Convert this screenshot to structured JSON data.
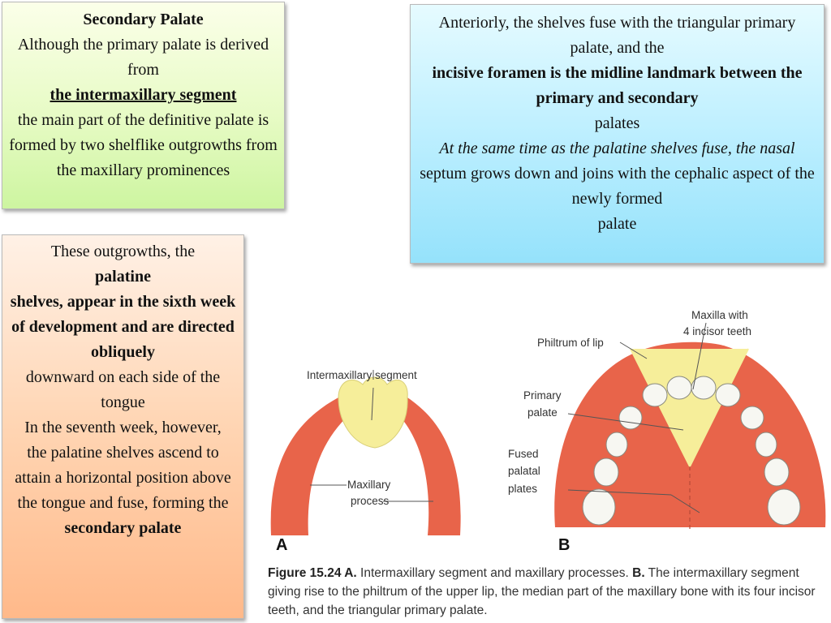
{
  "green_box": {
    "title": "Secondary Palate",
    "line1": "Although the primary palate is derived from",
    "underlined": "the intermaxillary segment",
    "line2": "the main part of the definitive palate is formed by two shelflike outgrowths from the maxillary prominences"
  },
  "blue_box": {
    "line1": "Anteriorly, the shelves fuse with the triangular primary palate, and the",
    "bold": "incisive foramen is the midline landmark between the primary and secondary",
    "line2": "palates",
    "italic": "At the same time as the palatine shelves fuse, the nasal",
    "line3": "septum grows down and joins with the cephalic aspect of the newly formed",
    "line4": "palate"
  },
  "orange_box": {
    "line1": "These outgrowths, the",
    "bold1": "palatine",
    "bold2": "shelves, appear in the sixth week of development and are directed obliquely",
    "line2": "downward on each side of the tongue",
    "line3": "In the seventh week, however,",
    "line4": "the palatine shelves ascend to attain a horizontal position above the tongue and fuse, forming the",
    "bold3": "secondary palate"
  },
  "figure": {
    "label_intermaxillary": "Intermaxillary segment",
    "label_maxillary_1": "Maxillary",
    "label_maxillary_2": "process",
    "label_philtrum": "Philtrum of lip",
    "label_maxilla_1": "Maxilla with",
    "label_maxilla_2": "4 incisor teeth",
    "label_primary_1": "Primary",
    "label_primary_2": "palate",
    "label_fused_1": "Fused",
    "label_fused_2": "palatal",
    "label_fused_3": "plates",
    "panel_a": "A",
    "panel_b": "B",
    "caption_bold_1": "Figure 15.24 A.",
    "caption_text_1": "Intermaxillary segment and maxillary processes.",
    "caption_bold_2": "B.",
    "caption_text_2": "The intermaxillary segment giving rise to the philtrum of the upper lip, the median part of the maxillary bone with its four incisor teeth, and the triangular primary palate."
  },
  "colors": {
    "tissue_red": "#e8644a",
    "tissue_yellow": "#f6ee9a",
    "tooth": "#f7f7f2"
  }
}
